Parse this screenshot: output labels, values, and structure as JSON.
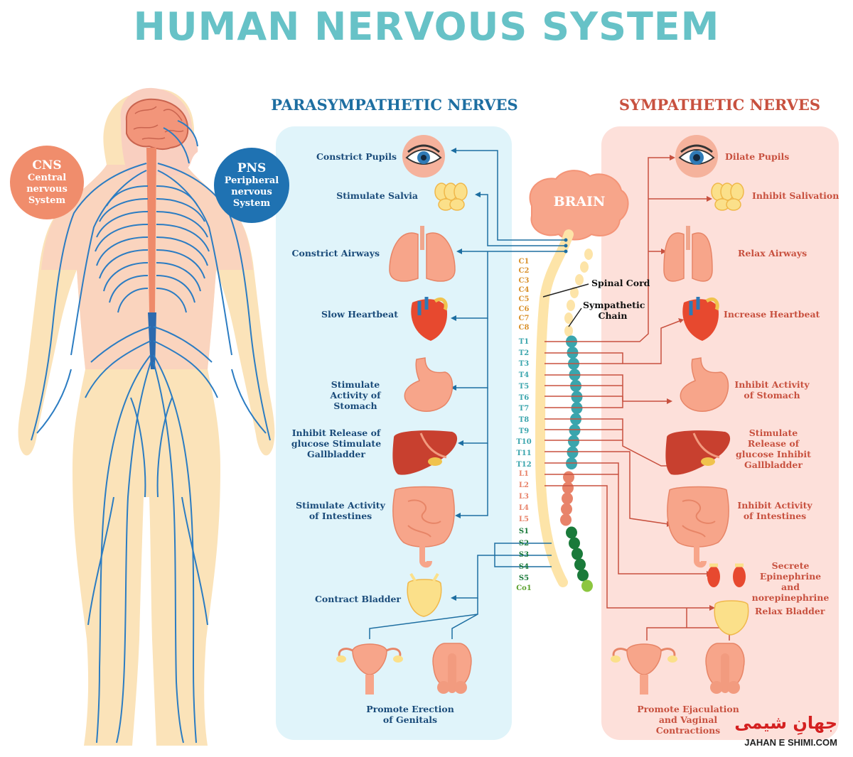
{
  "title": "HUMAN NERVOUS SYSTEM",
  "cns": {
    "short": "CNS",
    "full": "Central nervous System"
  },
  "pns": {
    "short": "PNS",
    "full": "Peripheral nervous System"
  },
  "parasympathetic": {
    "heading": "PARASYMPATHETIC NERVES",
    "labels": [
      "Constrict Pupils",
      "Stimulate Salvia",
      "Constrict Airways",
      "Slow Heartbeat",
      "Stimulate Activity of Stomach",
      "Inhibit Release of glucose Stimulate Gallbladder",
      "Stimulate Activity of Intestines",
      "Contract Bladder",
      "Promote Erection of Genitals"
    ]
  },
  "sympathetic": {
    "heading": "SYMPATHETIC NERVES",
    "labels": [
      "Dilate Pupils",
      "Inhibit Salivation",
      "Relax Airways",
      "Increase Heartbeat",
      "Inhibit Activity of Stomach",
      "Stimulate Release of glucose Inhibit Gallbladder",
      "Inhibit Activity of Intestines",
      "Secrete Epinephrine and norepinephrine",
      "Relax Bladder",
      "Promote Ejaculation and Vaginal Contractions"
    ]
  },
  "center": {
    "brain": "BRAIN",
    "spinal_cord": "Spinal Cord",
    "sympathetic_chain": "Sympathetic Chain"
  },
  "vertebrae": {
    "cervical": [
      "C1",
      "C2",
      "C3",
      "C4",
      "C5",
      "C6",
      "C7",
      "C8"
    ],
    "thoracic": [
      "T1",
      "T2",
      "T3",
      "T4",
      "T5",
      "T6",
      "T7",
      "T8",
      "T9",
      "T10",
      "T11",
      "T12"
    ],
    "lumbar": [
      "L1",
      "L2",
      "L3",
      "L4",
      "L5"
    ],
    "sacral": [
      "S1",
      "S2",
      "S3",
      "S4",
      "S5"
    ],
    "coccygeal": [
      "Co1"
    ]
  },
  "colors": {
    "title": "#67c2c7",
    "para": "#1d6ea1",
    "symp": "#c8513f",
    "nerve": "#2b7cc2",
    "cervical": "#d9912b",
    "thoracic": "#3aa5ad",
    "lumbar": "#e8836a",
    "sacral": "#1a7a3a"
  },
  "watermark": {
    "arabic": "جهانِ شیمی",
    "latin": "JAHAN E SHIMI.COM"
  }
}
